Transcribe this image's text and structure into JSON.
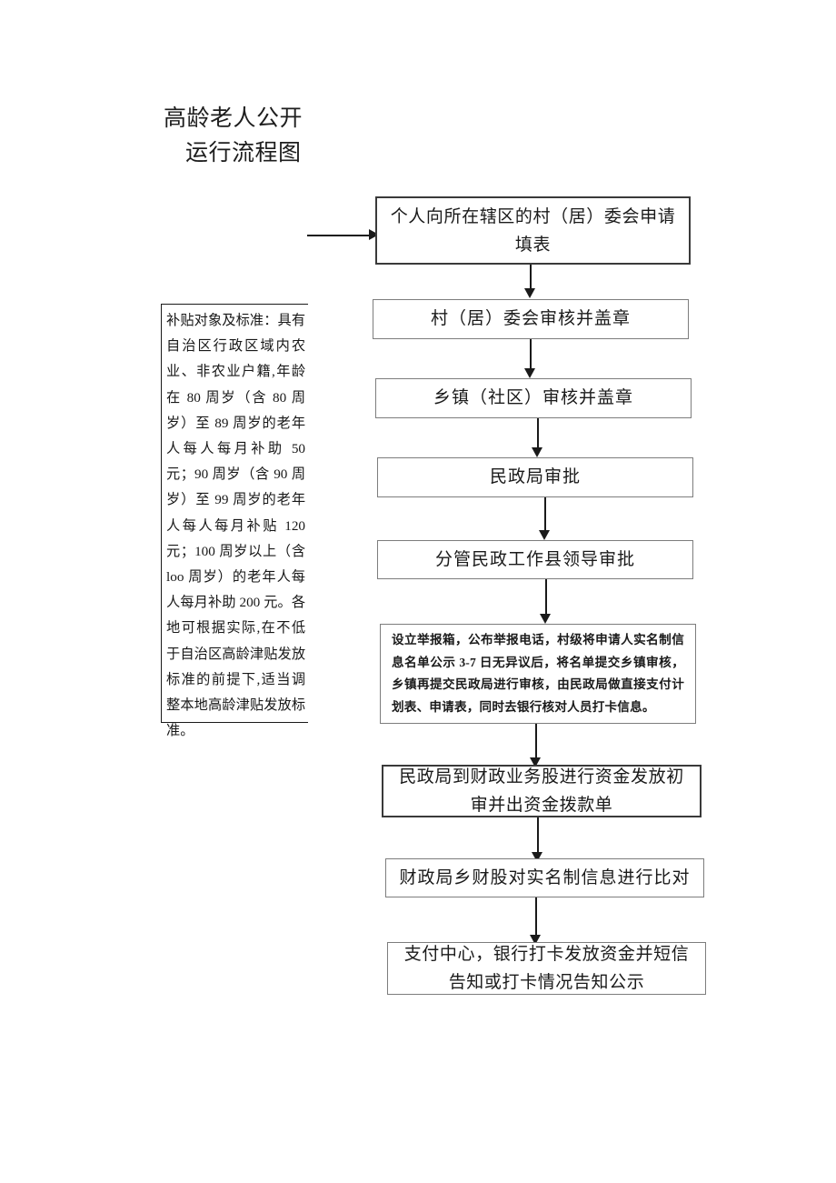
{
  "document": {
    "title_line1": "高龄老人公开",
    "title_line2": "运行流程图"
  },
  "side_note": {
    "text": "补贴对象及标准：具有自治区行政区域内农业、非农业户籍,年龄在 80 周岁（含 80 周岁）至 89 周岁的老年人每人每月补助 50 元；90 周岁（含 90 周岁）至 99 周岁的老年人每人每月补贴 120 元；100 周岁以上（含 loo 周岁）的老年人每人每月补助 200 元。各地可根据实际,在不低于自治区高龄津贴发放标准的前提下,适当调整本地高龄津贴发放标准。"
  },
  "flow": {
    "nodes": [
      {
        "id": "step1",
        "label": "个人向所在辖区的村（居）委会申请填表"
      },
      {
        "id": "step2",
        "label": "村（居）委会审核并盖章"
      },
      {
        "id": "step3",
        "label": "乡镇（社区）审核并盖章"
      },
      {
        "id": "step4",
        "label": "民政局审批"
      },
      {
        "id": "step5",
        "label": "分管民政工作县领导审批"
      },
      {
        "id": "step6",
        "label": "设立举报箱，公布举报电话，村级将申请人实名制信息名单公示 3-7 日无异议后，将名单提交乡镇审核，乡镇再提交民政局进行审核，由民政局做直接支付计划表、申请表，同时去银行核对人员打卡信息。"
      },
      {
        "id": "step7",
        "label": "民政局到财政业务股进行资金发放初审并出资金拨款单"
      },
      {
        "id": "step8",
        "label": "财政局乡财股对实名制信息进行比对"
      },
      {
        "id": "step9",
        "label": "支付中心，银行打卡发放资金并短信告知或打卡情况告知公示"
      }
    ]
  },
  "colors": {
    "ink": "#1a1a1a",
    "box_border": "#7d7d7d",
    "box_border_strong": "#3a3a3a",
    "page_background": "#ffffff"
  }
}
